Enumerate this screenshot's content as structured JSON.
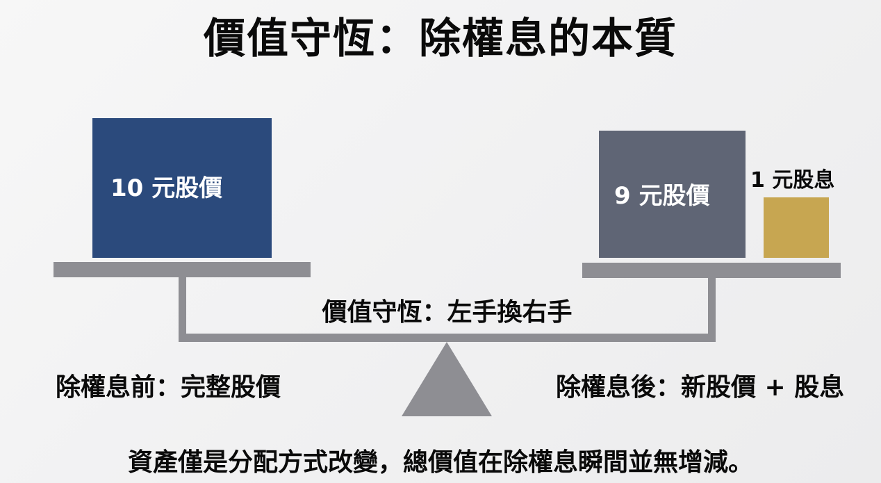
{
  "title": "價值守恆：除權息的本質",
  "colors": {
    "before_box": "#2b4a7c",
    "after_price_box": "#5f6575",
    "dividend_box": "#c7a651",
    "scale": "#8e8e93",
    "background": "#f1f1f2"
  },
  "scale": {
    "left_pan": {
      "box_label": "10 元股價"
    },
    "right_pan": {
      "price_box_label": "9 元股價",
      "dividend_label": "1 元股息"
    },
    "beam_label": "價值守恆：左手換右手",
    "fulcrum_icon": "triangle-fulcrum"
  },
  "captions": {
    "left": "除權息前：完整股價",
    "right": "除權息後：新股價 + 股息"
  },
  "footer": "資產僅是分配方式改變，總價值在除權息瞬間並無增減。"
}
